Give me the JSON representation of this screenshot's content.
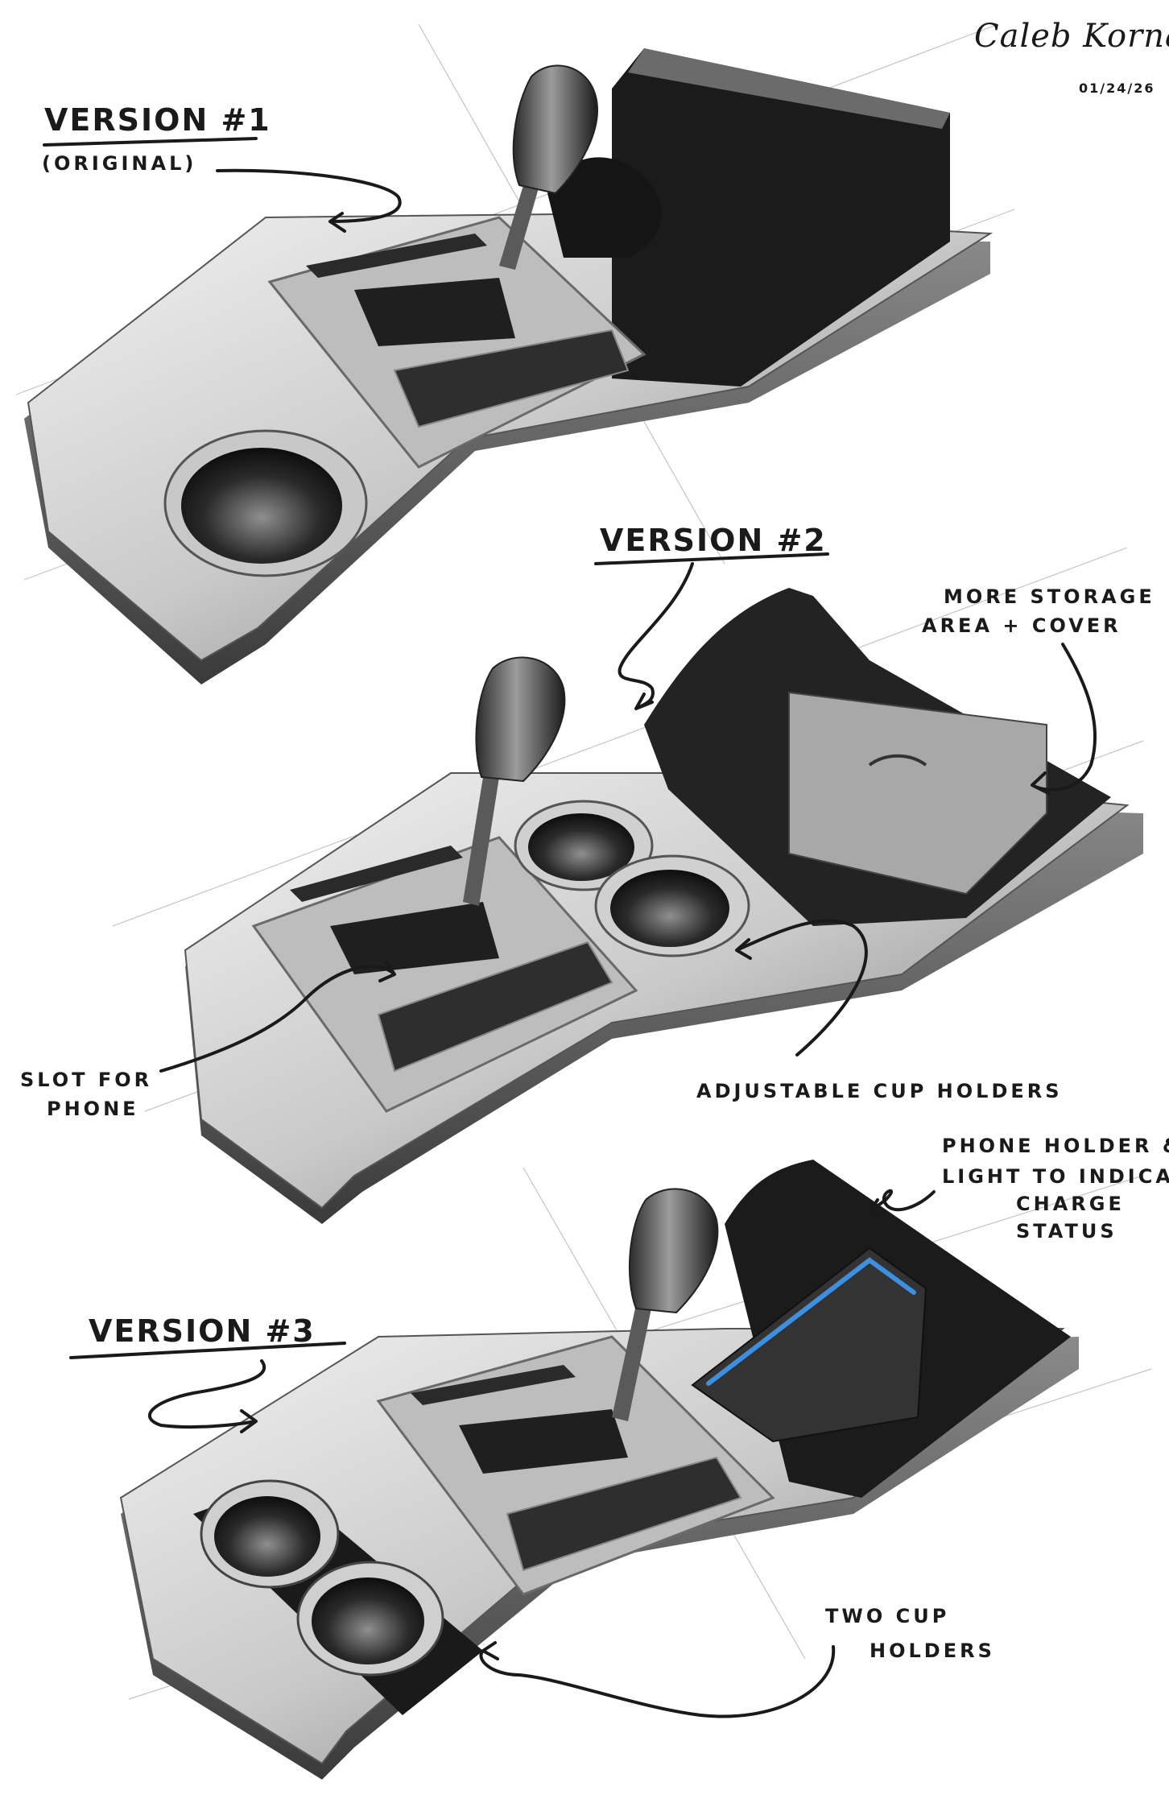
{
  "signature": {
    "name": "Caleb Kornau",
    "date": "01/24/26"
  },
  "version1": {
    "title": "VERSION #1",
    "subtitle": "(ORIGINAL)"
  },
  "version2": {
    "title": "VERSION #2",
    "notes": {
      "storage_line1": "MORE STORAGE",
      "storage_line2": "AREA + COVER",
      "slot_line1": "SLOT FOR",
      "slot_line2": "PHONE",
      "cupholders": "ADJUSTABLE CUP HOLDERS"
    }
  },
  "version3": {
    "title": "VERSION #3",
    "notes": {
      "phone_line1": "PHONE HOLDER &",
      "phone_line2": "LIGHT TO INDICATE",
      "phone_line3": "CHARGE",
      "phone_line4": "STATUS",
      "cup_line1": "TWO CUP",
      "cup_line2": "HOLDERS"
    },
    "charge_light_color": "#3d8fe0"
  },
  "colors": {
    "ink": "#1a1a1a",
    "console_light": "#d9d9d9",
    "console_mid": "#9a9a9a",
    "console_dark": "#222222"
  }
}
